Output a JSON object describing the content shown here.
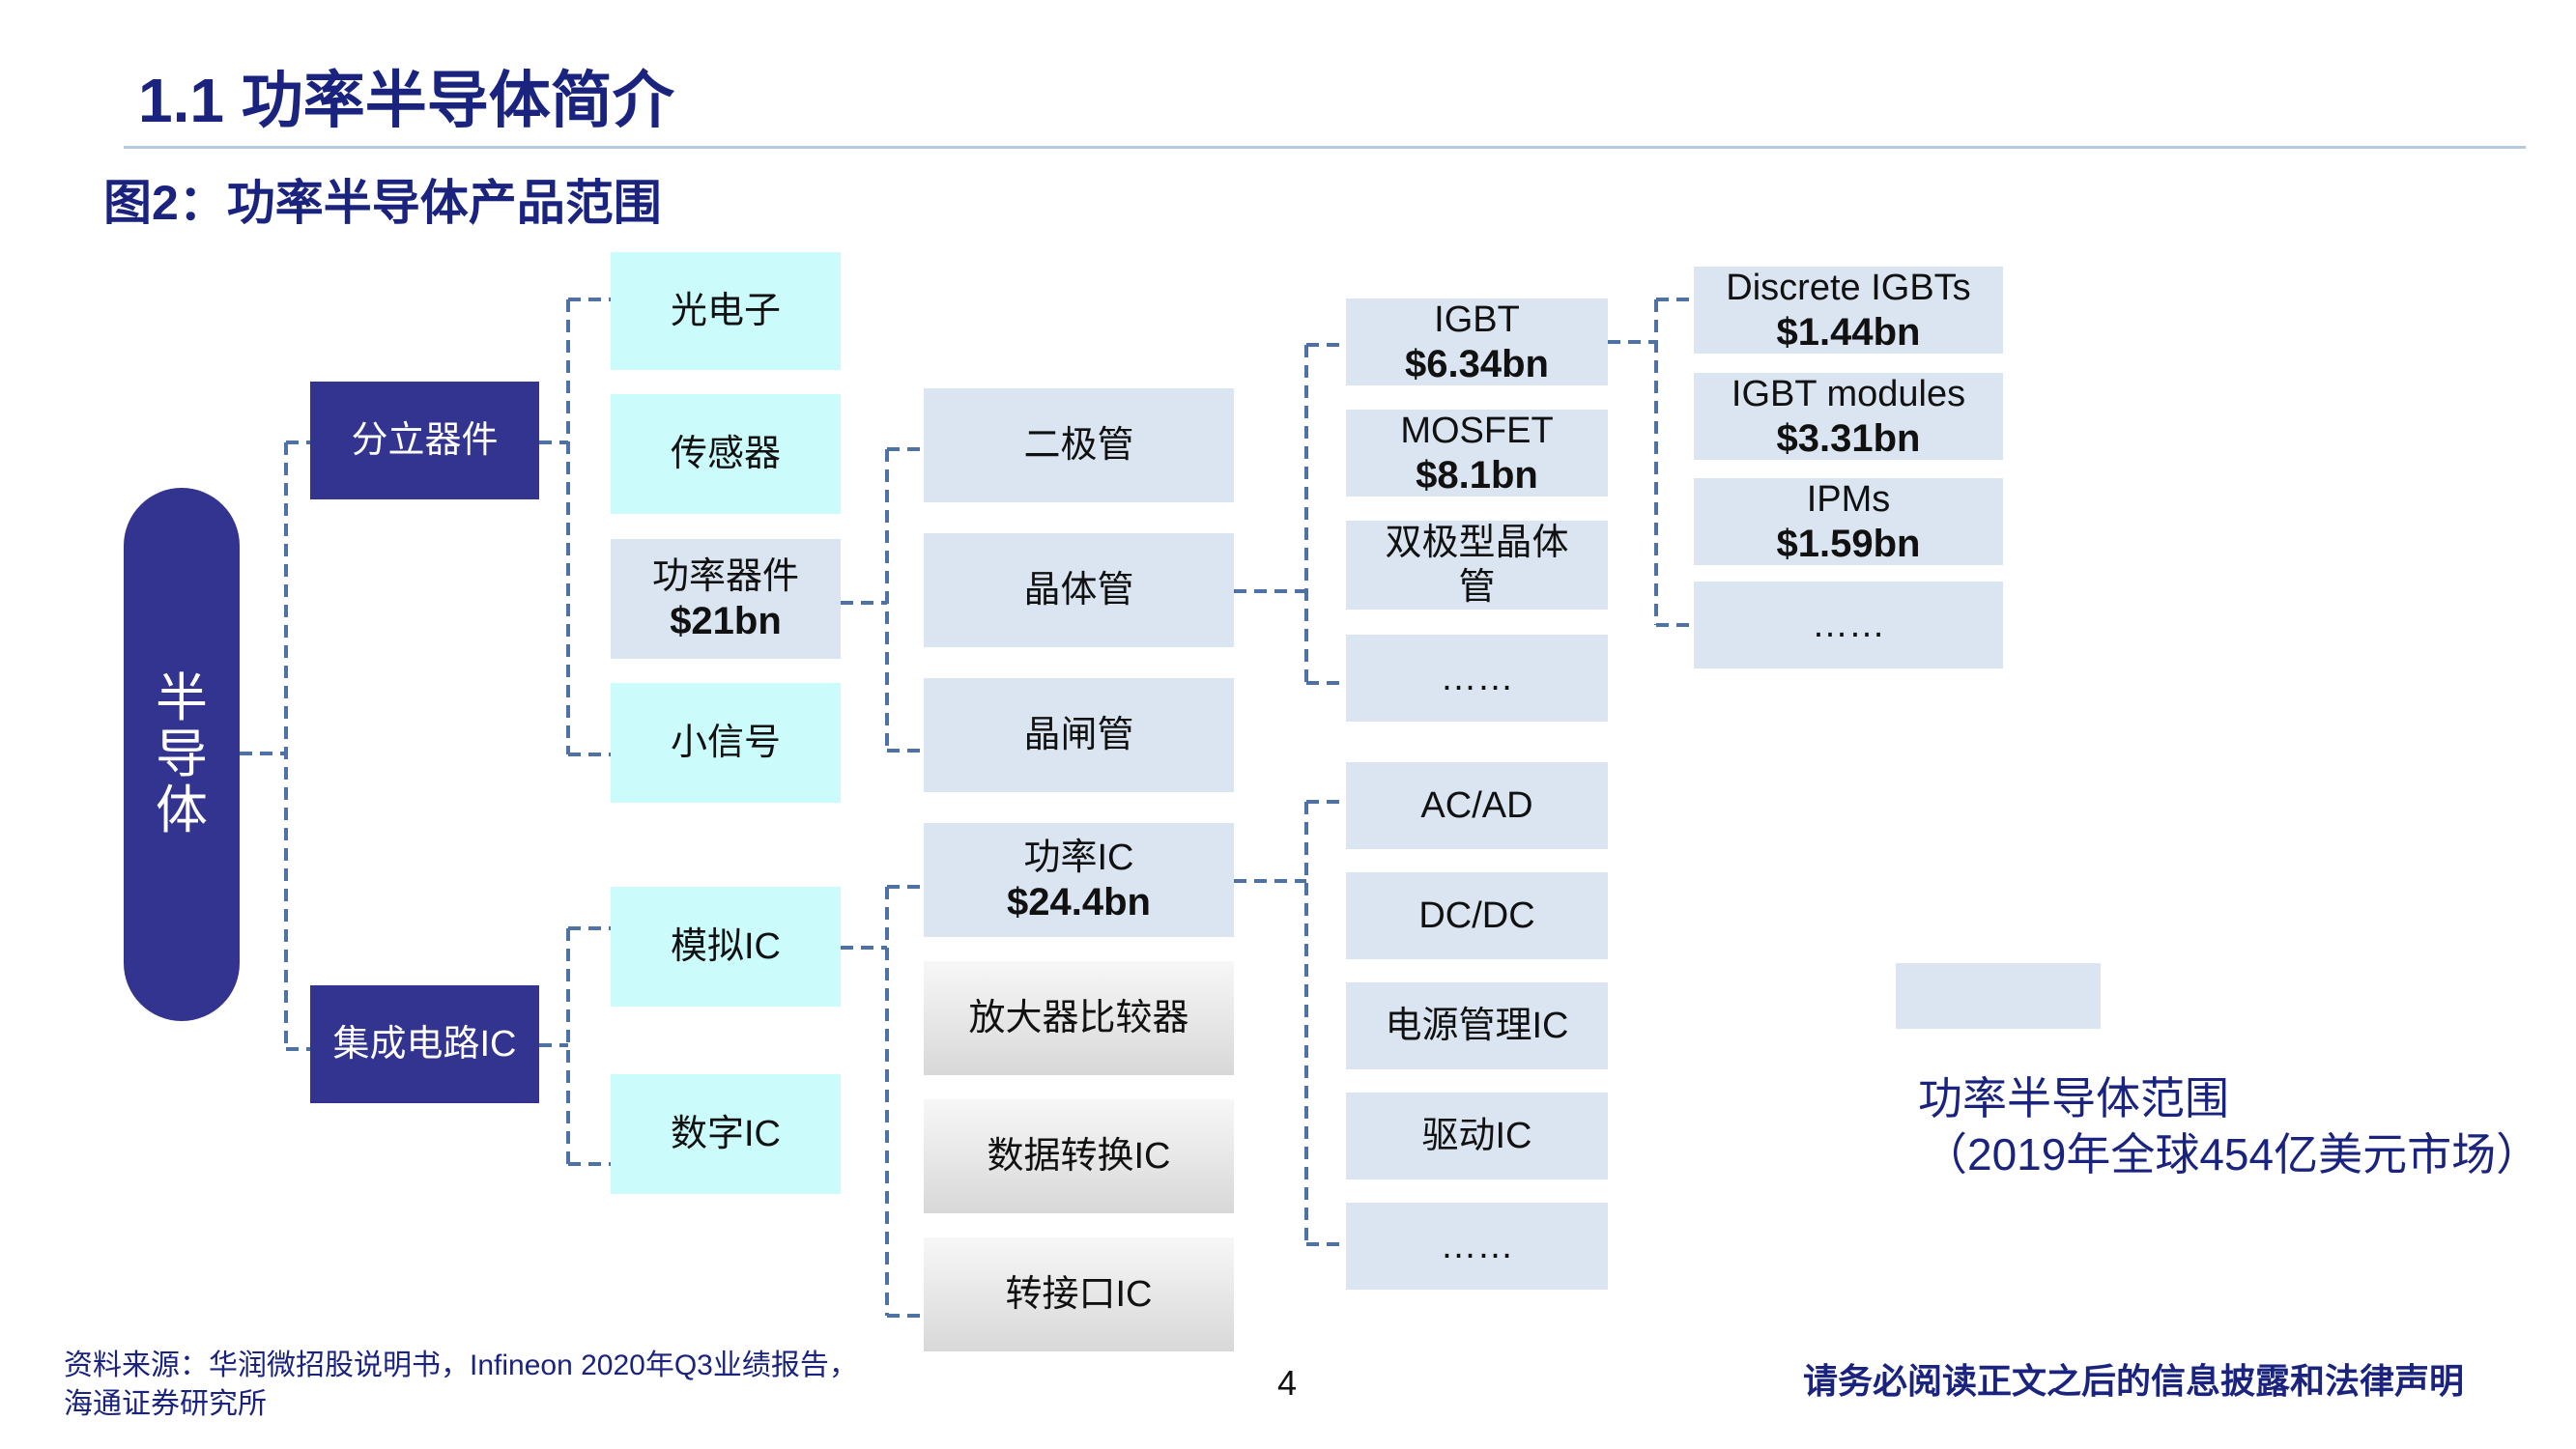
{
  "header": {
    "title": "1.1 功率半导体简介",
    "figure_caption": "图2：功率半导体产品范围"
  },
  "diagram": {
    "root": {
      "label": "半\n导\n体"
    },
    "level1": {
      "discrete": "分立器件",
      "ic": "集成电路IC"
    },
    "level2": {
      "optoelectronics": "光电子",
      "sensors": "传感器",
      "power_devices": {
        "label": "功率器件",
        "value": "$21bn"
      },
      "small_signal": "小信号",
      "analog_ic": "模拟IC",
      "digital_ic": "数字IC"
    },
    "level3": {
      "diode": "二极管",
      "transistor": "晶体管",
      "thyristor": "晶闸管",
      "power_ic": {
        "label": "功率IC",
        "value": "$24.4bn"
      },
      "amp_comparator": "放大器比较器",
      "data_converter": "数据转换IC",
      "interface_ic": "转接口IC"
    },
    "level4": {
      "igbt": {
        "label": "IGBT",
        "value": "$6.34bn"
      },
      "mosfet": {
        "label": "MOSFET",
        "value": "$8.1bn"
      },
      "bjt": "双极型晶体管",
      "transistor_more": "……",
      "acad": "AC/AD",
      "dcdc": "DC/DC",
      "pmic": "电源管理IC",
      "driver_ic": "驱动IC",
      "power_ic_more": "……"
    },
    "level5": {
      "discrete_igbts": {
        "label": "Discrete IGBTs",
        "value": "$1.44bn"
      },
      "igbt_modules": {
        "label": "IGBT modules",
        "value": "$3.31bn"
      },
      "ipms": {
        "label": "IPMs",
        "value": "$1.59bn"
      },
      "igbt_more": "……"
    }
  },
  "legend": {
    "label": "功率半导体范围",
    "sublabel": "（2019年全球454亿美元市场）",
    "swatch_color": "#dbe5f1"
  },
  "footer": {
    "source_line1": "资料来源：华润微招股说明书，Infineon 2020年Q3业绩报告，",
    "source_line2": "海通证券研究所",
    "page_number": "4",
    "disclaimer": "请务必阅读正文之后的信息披露和法律声明"
  },
  "colors": {
    "title_blue": "#1a237e",
    "dark_box": "#32348f",
    "power_scope_box": "#dbe5f1",
    "other_box": "#ccfbfb",
    "out_of_scope_box": "#d8d8d8",
    "connector": "#4f72a6"
  }
}
